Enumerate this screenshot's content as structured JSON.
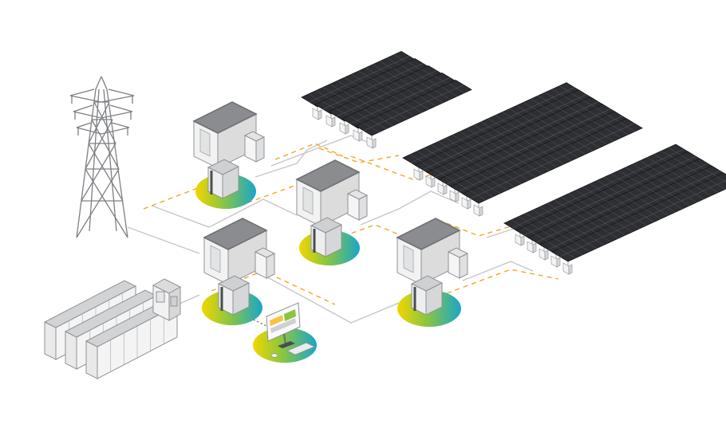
{
  "scene": {
    "type": "isometric solar power plant system diagram",
    "colors": {
      "background": "#ffffff",
      "panel": "#2e2f33",
      "panel_edge": "#16171a",
      "panel_grid": "#555860",
      "cabinet_top": "#8a8c8f",
      "cabinet_left": "#f2f2f2",
      "cabinet_right": "#dcdcdc",
      "outline": "#8f9296",
      "cable_grey": "#c4c6c9",
      "cable_orange": "#f6a623",
      "halo_yellow": "#f2d600",
      "halo_green": "#8cc63f",
      "halo_teal": "#1aa6c9",
      "tower": "#7d7f83"
    },
    "components": [
      {
        "name": "transmission-tower",
        "count": 1
      },
      {
        "name": "energy-storage-cabinets",
        "count": 3
      },
      {
        "name": "control-cabinet",
        "count": 1
      },
      {
        "name": "transformer-substation",
        "count": 4
      },
      {
        "name": "monitoring-workstation",
        "count": 1
      },
      {
        "name": "solar-panel-array-group",
        "count": 3
      },
      {
        "name": "string-inverter",
        "count": 19
      }
    ]
  }
}
